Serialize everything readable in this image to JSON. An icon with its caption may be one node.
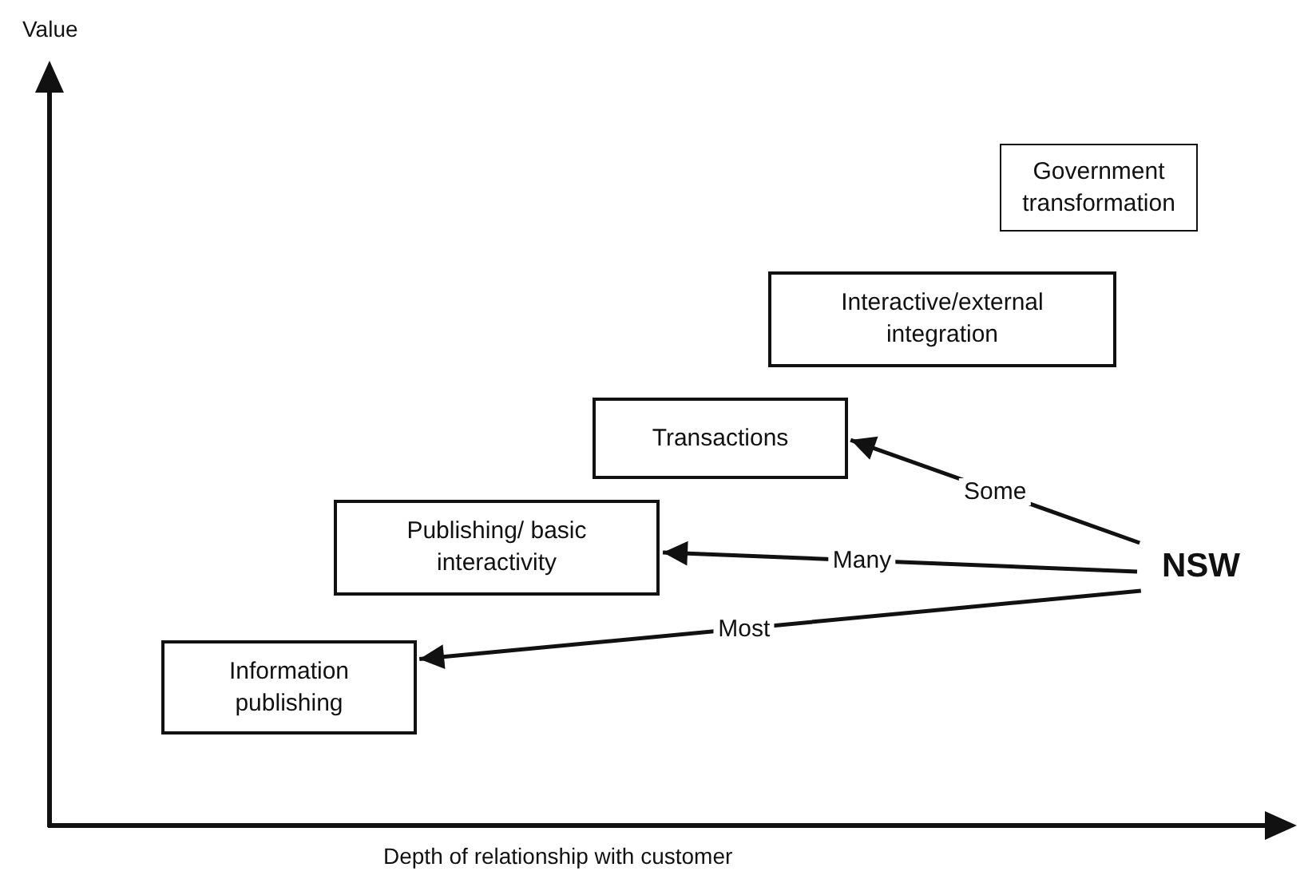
{
  "diagram": {
    "nodes": [
      {
        "text": [
          "Government transformation"
        ]
      },
      {
        "text": [
          "Interactive/external integration"
        ]
      },
      {
        "text": [
          "Transactions"
        ]
      },
      {
        "text": [
          "Publishing/ basic interactivity"
        ]
      },
      {
        "text": [
          "Information publishing"
        ]
      },
      {
        "text": [
          "NSW"
        ]
      }
    ],
    "edges": [
      {
        "from": 5,
        "to": 2,
        "arrow": "to",
        "label": "Some"
      },
      {
        "from": 5,
        "to": 3,
        "arrow": "to",
        "label": "Many"
      },
      {
        "from": 5,
        "to": 4,
        "arrow": "to",
        "label": "Most"
      }
    ],
    "labels": [
      "Value",
      "Depth of relationship with customer"
    ]
  }
}
